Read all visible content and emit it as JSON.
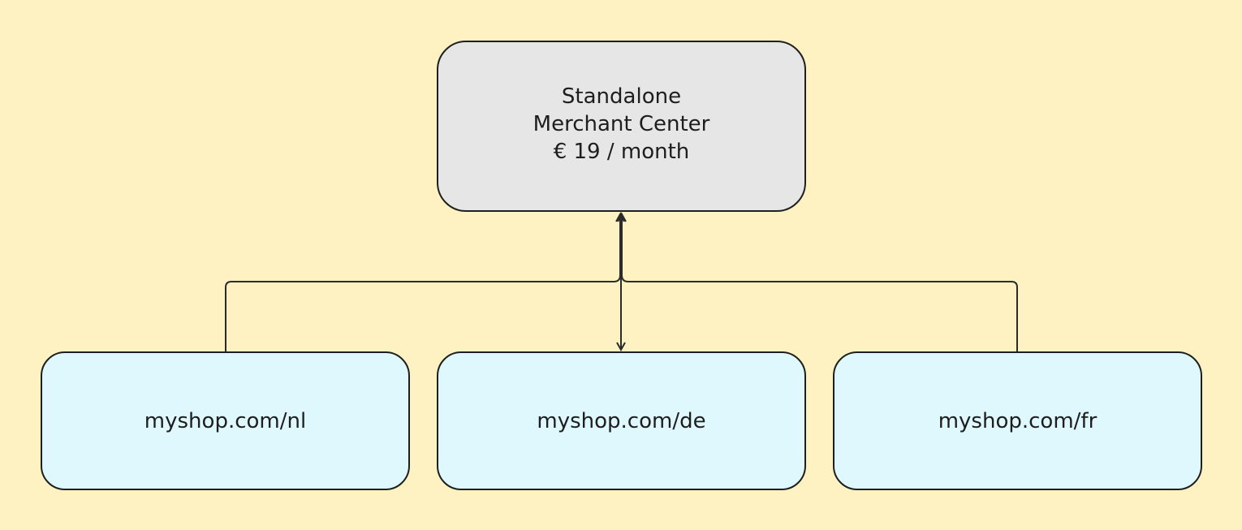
{
  "merchant_center": {
    "line1": "Standalone",
    "line2": "Merchant Center",
    "line3": "€ 19 / month"
  },
  "shops": [
    {
      "label": "myshop.com/nl"
    },
    {
      "label": "myshop.com/de"
    },
    {
      "label": "myshop.com/fr"
    }
  ],
  "colors": {
    "background": "#fef2c2",
    "top_node_fill": "#e6e6e6",
    "shop_node_fill": "#dff8fe",
    "stroke": "#1f1f1f"
  }
}
